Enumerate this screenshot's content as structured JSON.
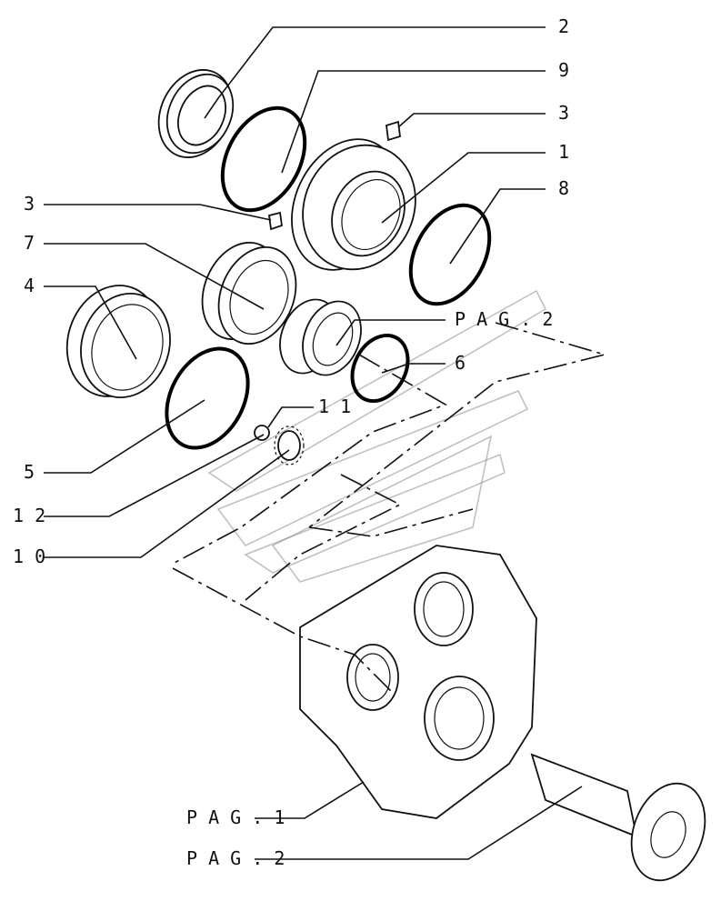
{
  "callouts": {
    "c2": "2",
    "c9": "9",
    "c3a": "3",
    "c1": "1",
    "c3b": "3",
    "c8": "8",
    "c7": "7",
    "c4": "4",
    "pag2_top": "P A G . 2",
    "c6": "6",
    "c11": "1 1",
    "c5": "5",
    "c12": "1 2",
    "c10": "1 0",
    "pag1_bottom": "P A G . 1",
    "pag2_bottom": "P A G . 2"
  }
}
